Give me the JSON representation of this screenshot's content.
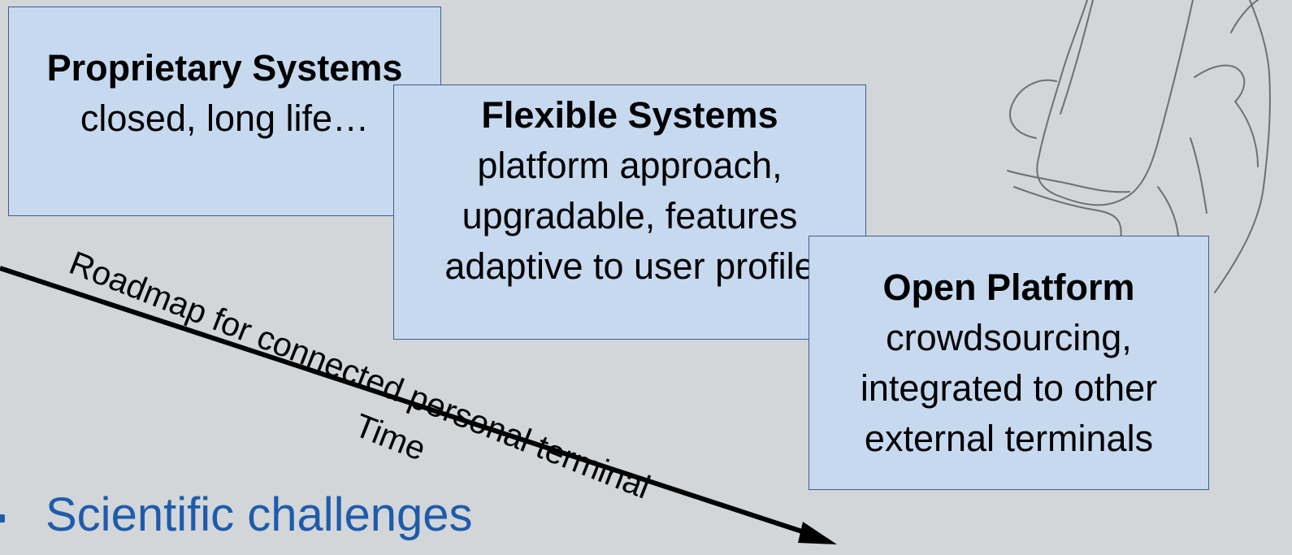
{
  "boxes": {
    "proprietary": {
      "title": "Proprietary Systems",
      "body": "closed, long life…"
    },
    "flexible": {
      "title": "Flexible Systems",
      "body": "platform approach, upgradable, features adaptive to user profile"
    },
    "open": {
      "title": "Open Platform",
      "body": "crowdsourcing, integrated to other external terminals"
    }
  },
  "arrow": {
    "label": "Roadmap for connected personal terminal",
    "axis_label": "Time"
  },
  "bullet": {
    "text": "Scientific challenges"
  },
  "illustration": {
    "icon": "hand-holding-phone-sketch"
  },
  "colors": {
    "background": "#d2d6d9",
    "box_fill": "#c6d9ef",
    "box_border": "#3e5e8e",
    "bullet_text": "#1f5bab"
  }
}
